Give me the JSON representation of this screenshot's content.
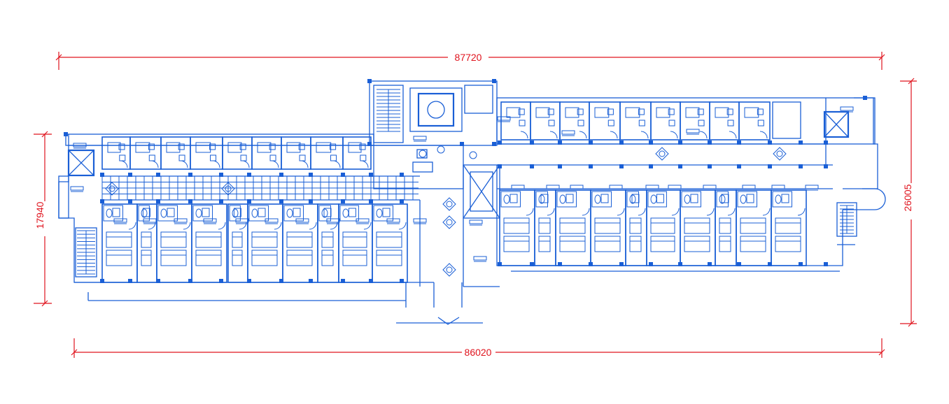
{
  "drawing": {
    "line_color": "#1a5fd6",
    "dimension_color": "#e0141e",
    "background": "#ffffff",
    "dimensions": {
      "top": "87720",
      "bottom": "86020",
      "left": "17940",
      "right": "26005"
    }
  }
}
